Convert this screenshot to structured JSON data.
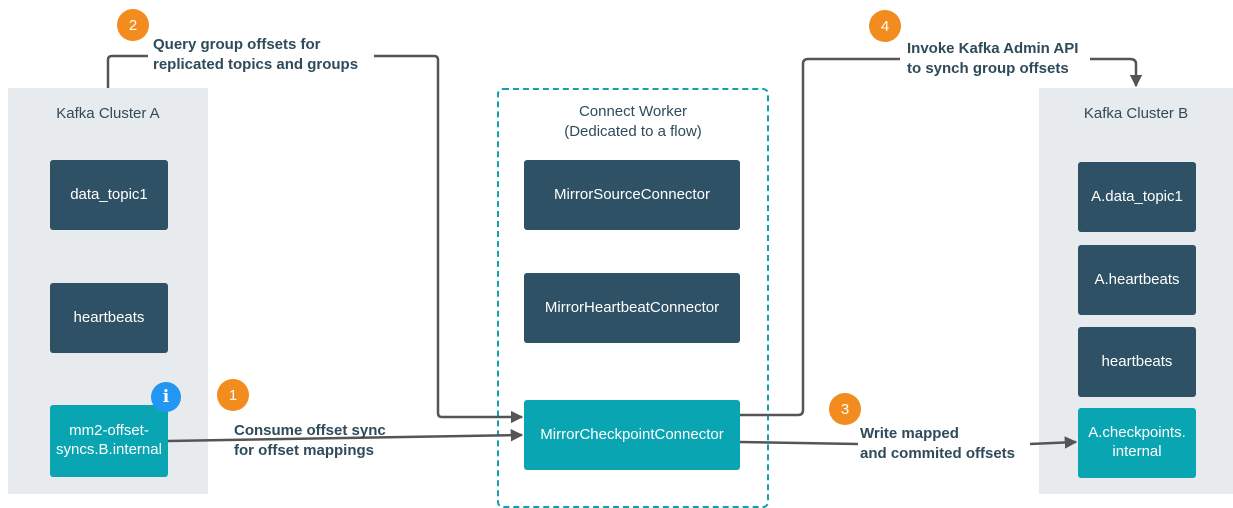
{
  "cluster_a": {
    "title": "Kafka Cluster A",
    "topics": [
      "data_topic1",
      "heartbeats",
      "mm2-offset-\nsyncs.B.internal"
    ]
  },
  "worker": {
    "title_line1": "Connect Worker",
    "title_line2": "(Dedicated to a flow)",
    "connectors": [
      "MirrorSourceConnector",
      "MirrorHeartbeatConnector",
      "MirrorCheckpointConnector"
    ]
  },
  "cluster_b": {
    "title": "Kafka Cluster B",
    "topics": [
      "A.data_topic1",
      "A.heartbeats",
      "heartbeats",
      "A.checkpoints.\ninternal"
    ]
  },
  "steps": [
    {
      "number": "1",
      "line1": "Consume offset sync",
      "line2": "for offset mappings"
    },
    {
      "number": "2",
      "line1": "Query group offsets for",
      "line2": "replicated topics and groups"
    },
    {
      "number": "3",
      "line1": "Write mapped",
      "line2": "and commited offsets"
    },
    {
      "number": "4",
      "line1": "Invoke Kafka Admin API",
      "line2": "to synch group offsets"
    }
  ],
  "info_badge": "i",
  "colors": {
    "dark_box": "#2e5165",
    "teal_box": "#0aa5b2",
    "step_badge": "#f28c1e",
    "info_badge": "#2196f3",
    "arrow": "#555555"
  }
}
